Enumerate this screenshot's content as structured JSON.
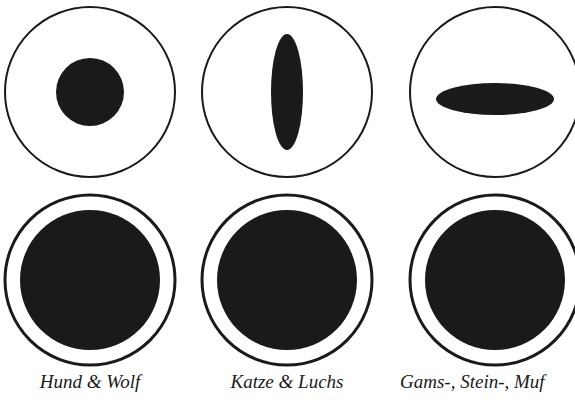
{
  "diagram": {
    "labels": [
      "Hund & Wolf",
      "Katze & Luchs",
      "Gams-, Stein-, Muf"
    ]
  }
}
